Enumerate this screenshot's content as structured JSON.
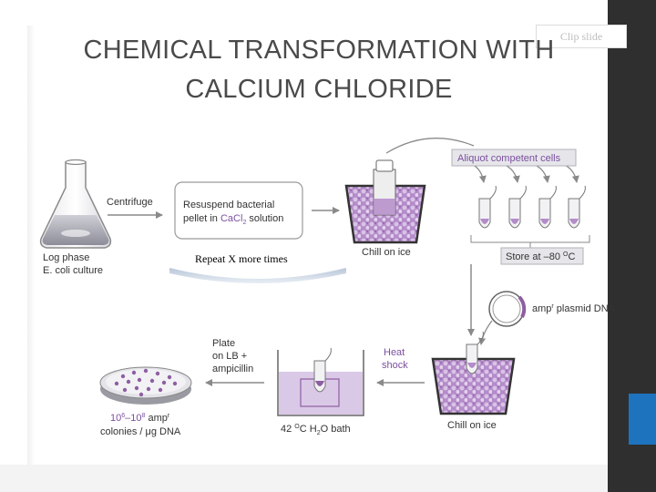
{
  "slide": {
    "title_line1": "CHEMICAL TRANSFORMATION WITH",
    "title_line2": "CALCIUM CHLORIDE",
    "clip_button_label": "Clip slide"
  },
  "diagram": {
    "log_phase_line1": "Log phase",
    "log_phase_line2": "E. coli culture",
    "centrifuge": "Centrifuge",
    "resuspend_line1": "Resuspend bacterial",
    "resuspend_line2_prefix": "pellet in ",
    "resuspend_cacl": "CaCl",
    "resuspend_sub": "2",
    "resuspend_line2_suffix": " solution",
    "chill_on_ice_1": "Chill on ice",
    "aliquot": "Aliquot competent cells",
    "store_prefix": "Store at –80 ",
    "store_sup": "O",
    "store_suffix": "C",
    "repeat": "Repeat X more times",
    "plasmid_prefix": "amp",
    "plasmid_sup": "r",
    "plasmid_suffix": " plasmid DNA",
    "heat_line1": "Heat",
    "heat_line2": "shock",
    "chill_on_ice_2": "Chill on ice",
    "bath_prefix": "42 ",
    "bath_sup": "O",
    "bath_mid": "C H",
    "bath_sub": "2",
    "bath_suffix": "O bath",
    "plate_line1": "Plate",
    "plate_line2": "on LB +",
    "plate_line3": "ampicillin",
    "colonies_a": "10",
    "colonies_a_sup": "6",
    "colonies_dash": "–10",
    "colonies_b_sup": "8",
    "colonies_amp": " amp",
    "colonies_amp_sup": "r",
    "colonies_line2": "colonies / μg DNA"
  },
  "colors": {
    "purple": "#8e5ea2",
    "purple_light": "#c7a8d8",
    "label_purple": "#7b4fa0",
    "text_dark": "#4a4a4a",
    "accent_blue": "#1e73be"
  }
}
